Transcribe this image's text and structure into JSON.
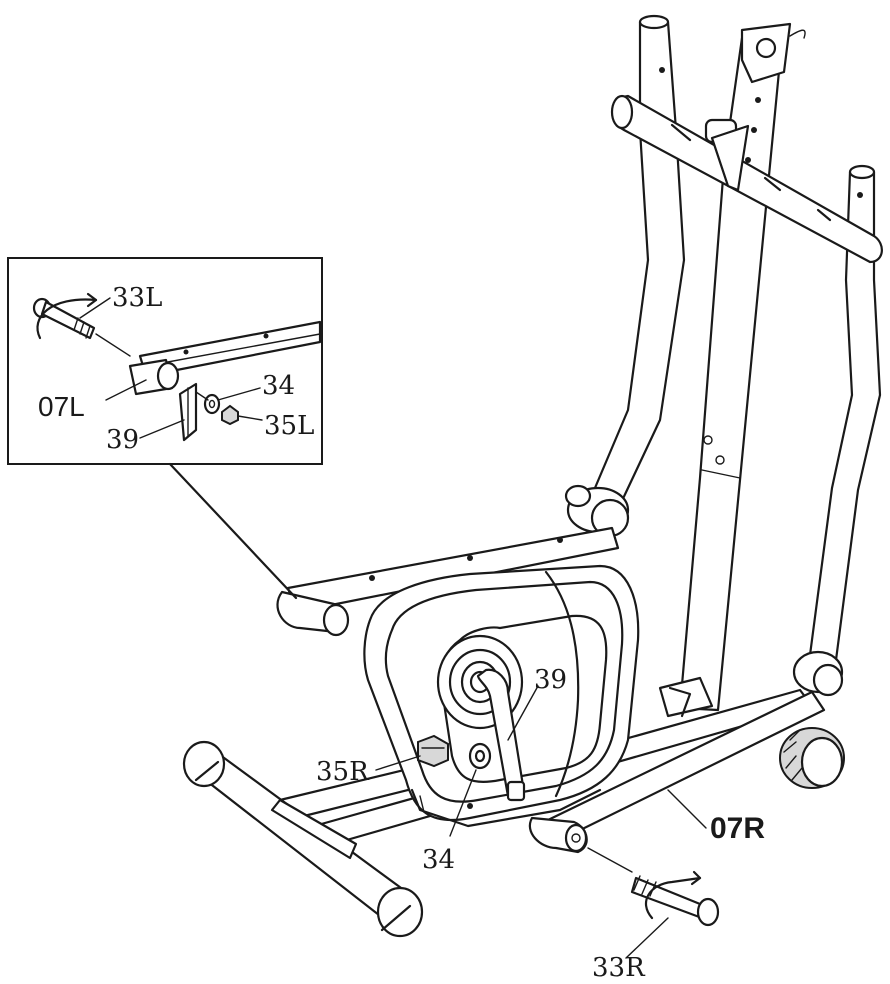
{
  "callout_labels": {
    "bolt_left": "33L",
    "pedal_arm_left": "07L",
    "washer_detail": "34",
    "nut_left": "35L",
    "crank_detail": "39"
  },
  "main_labels": {
    "crank": "39",
    "nut_right": "35R",
    "washer": "34",
    "pedal_arm_right": "07R",
    "bolt_right": "33R"
  }
}
